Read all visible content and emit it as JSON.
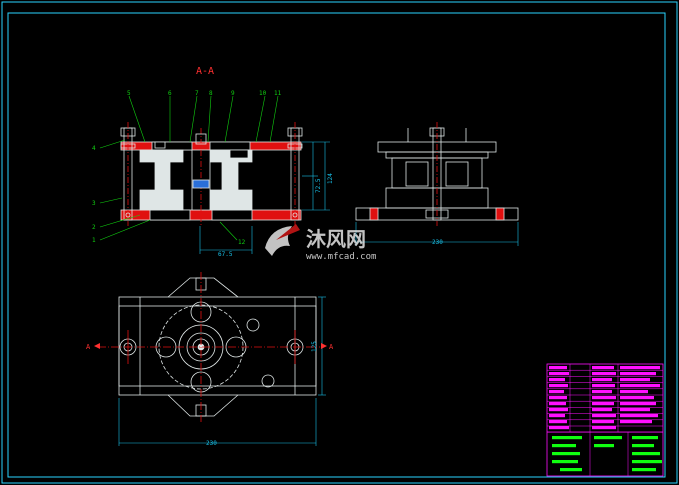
{
  "section_label": "A-A",
  "part_numbers": [
    "4",
    "5",
    "6",
    "7",
    "8",
    "9",
    "10",
    "11",
    "3",
    "2",
    "1",
    "12"
  ],
  "dimensions": {
    "section_height_upper": "72.5",
    "section_height_total": "124",
    "section_bottom": "67.5",
    "side_width": "230",
    "plan_width": "230",
    "plan_height": "125"
  },
  "cut_marks": {
    "left": "A",
    "right": "A"
  },
  "watermark": {
    "brand": "沐风网",
    "url": "www.mfcad.com"
  },
  "colors": {
    "frame": "#2ad4ff",
    "drawing": "#dfe6e6",
    "hatch_red": "#e01010",
    "dim": "#18c0e8",
    "leader": "#10d010",
    "title_block": "#ff10ff",
    "title_green": "#10ff10",
    "label_red": "#ff3030"
  }
}
